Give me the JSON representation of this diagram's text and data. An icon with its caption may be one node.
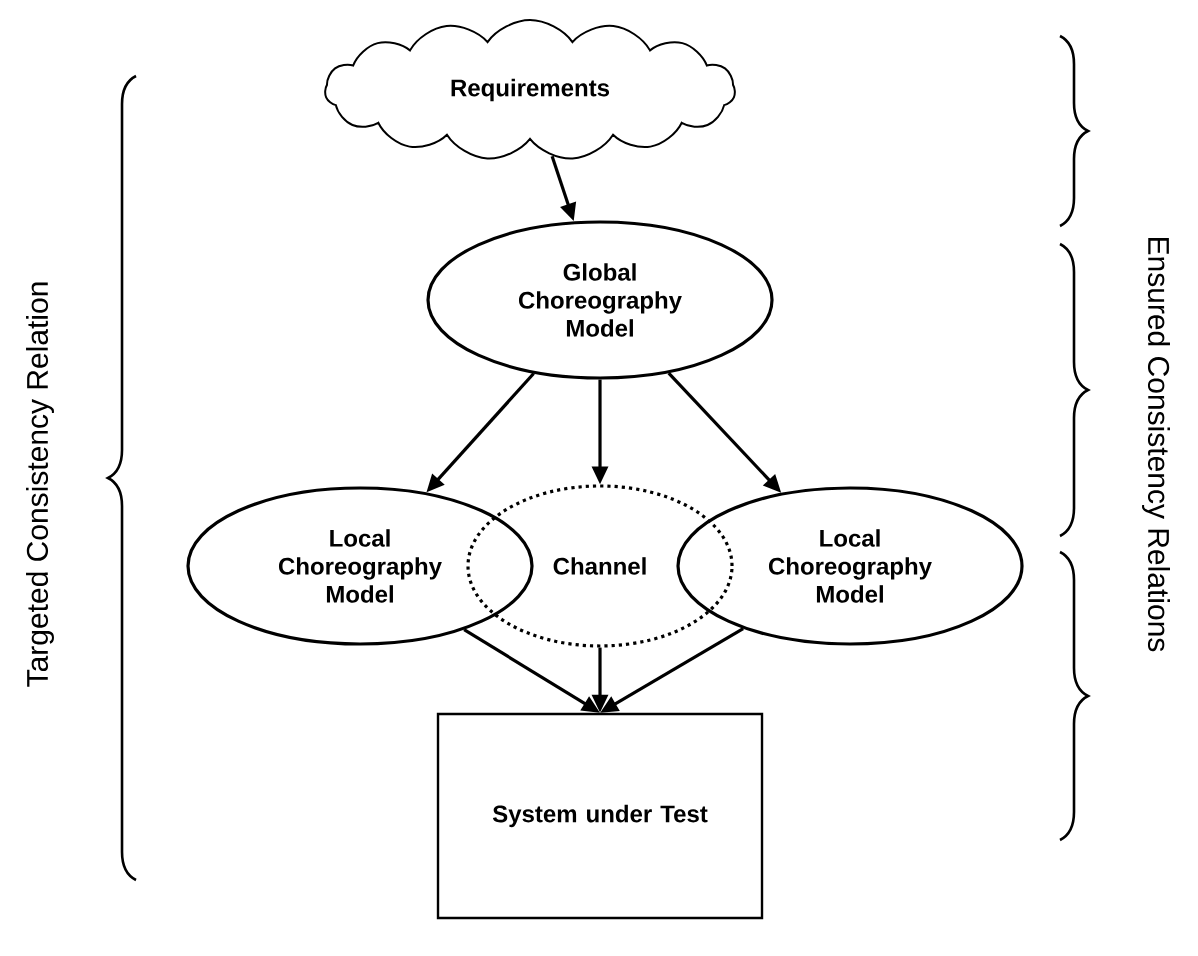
{
  "diagram": {
    "nodes": [
      {
        "text": [
          "Requirements"
        ]
      },
      {
        "text": [
          "Global Choreography Model"
        ]
      },
      {
        "text": [
          "Local Choreography Model"
        ]
      },
      {
        "text": [
          "Channel"
        ]
      },
      {
        "text": [
          "Local Choreography Model"
        ]
      },
      {
        "text": [
          "System under Test"
        ]
      }
    ],
    "edges": [
      {
        "from": 0,
        "to": 1,
        "arrow": "to"
      },
      {
        "from": 1,
        "to": 2,
        "arrow": "to"
      },
      {
        "from": 1,
        "to": 3,
        "arrow": "to"
      },
      {
        "from": 1,
        "to": 4,
        "arrow": "to"
      },
      {
        "from": 2,
        "to": 5,
        "arrow": "to"
      },
      {
        "from": 3,
        "to": 5,
        "arrow": "to"
      },
      {
        "from": 4,
        "to": 5,
        "arrow": "to"
      }
    ],
    "labels": [
      "Targeted Consistency Relation",
      "Ensured Consistency Relations"
    ]
  }
}
